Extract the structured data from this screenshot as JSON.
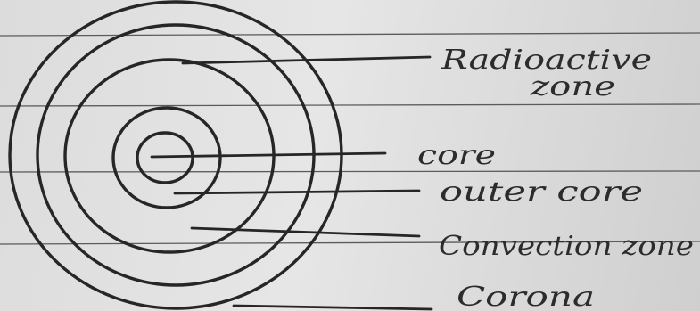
{
  "diagram": {
    "labels": {
      "radioactive_line1": "Radioactive",
      "radioactive_line2": "zone",
      "core": "core",
      "outer_core": "outer core",
      "convection": "Convection zone",
      "corona": "Corona"
    }
  }
}
